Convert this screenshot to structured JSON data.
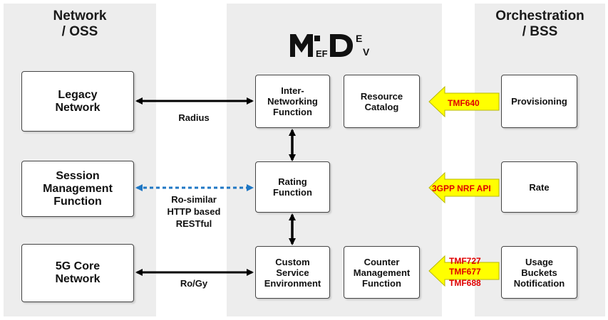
{
  "panels": {
    "left_title": "Network\n/ OSS",
    "right_title": "Orchestration\n/ BSS"
  },
  "logo": {
    "text": "MEF DEV",
    "name": "mef-dev-logo"
  },
  "left_boxes": {
    "legacy": "Legacy\nNetwork",
    "smf": "Session\nManagement\nFunction",
    "core": "5G Core\nNetwork"
  },
  "center_boxes": {
    "inter": "Inter-\nNetworking\nFunction",
    "rating": "Rating\nFunction",
    "custom": "Custom\nService\nEnvironment",
    "resource": "Resource\nCatalog",
    "counter": "Counter\nManagement\nFunction"
  },
  "right_boxes": {
    "provisioning": "Provisioning",
    "rate": "Rate",
    "usage": "Usage\nBuckets\nNotification"
  },
  "connections": {
    "radius": "Radius",
    "ro_similar": "Ro-similar\nHTTP based\nRESTful",
    "ro_gy": "Ro/Gy"
  },
  "apis": {
    "tmf640": "TMF640",
    "nrf": "3GPP NRF API",
    "tmf727": "TMF727",
    "tmf677": "TMF677",
    "tmf688": "TMF688"
  },
  "colors": {
    "panel": "#ededed",
    "dashed_arrow": "#1f77c4",
    "api_arrow_fill": "#ffff00",
    "api_text": "#e00000"
  }
}
